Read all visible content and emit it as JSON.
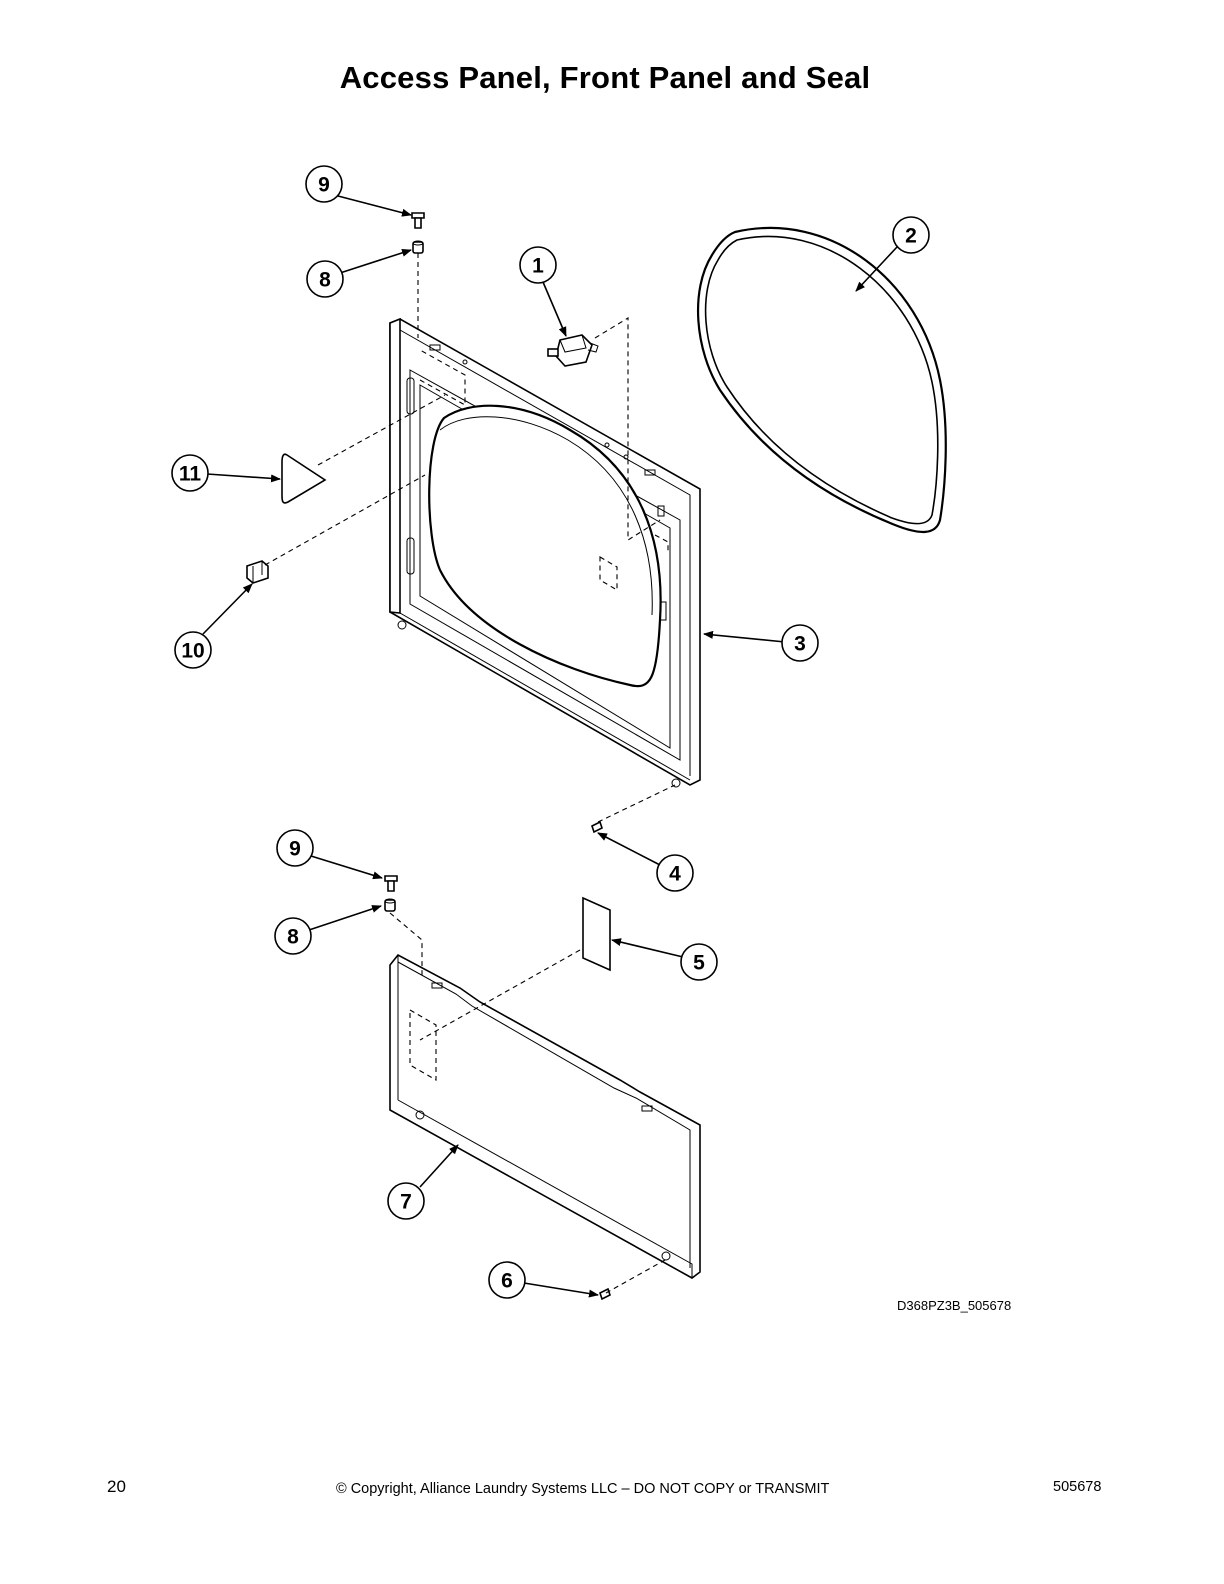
{
  "title": "Access Panel, Front Panel and Seal",
  "diagram_code": "D368PZ3B_505678",
  "callouts": [
    "1",
    "2",
    "3",
    "4",
    "5",
    "6",
    "7",
    "8",
    "9",
    "10",
    "11"
  ],
  "footer": {
    "page_number": "20",
    "copyright": "© Copyright, Alliance Laundry Systems LLC – DO NOT COPY or TRANSMIT",
    "doc_number": "505678"
  }
}
